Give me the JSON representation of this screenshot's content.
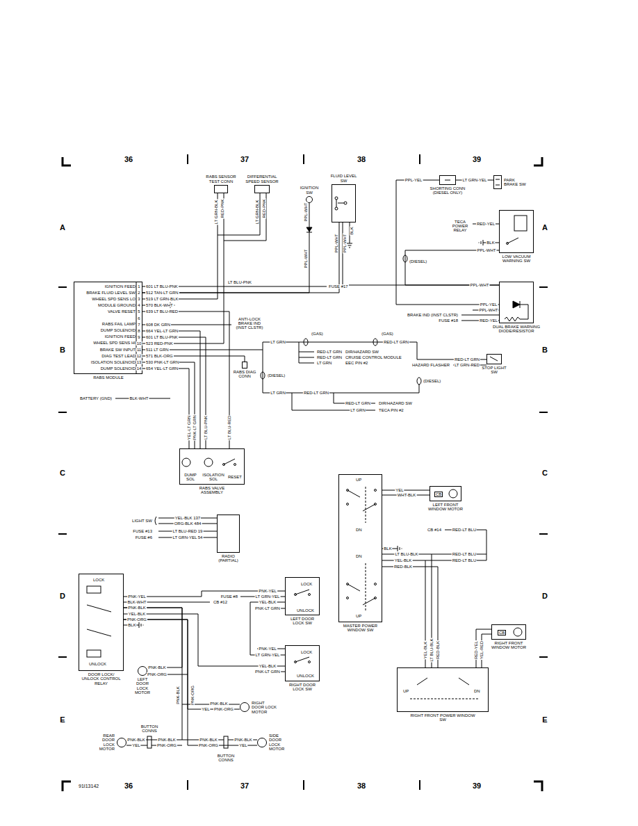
{
  "diagram": {
    "nodes": [
      {
        "text": [
          "RABS SENSOR TEST CONN"
        ]
      },
      {
        "text": [
          "DIFFERENTIAL SPEED SENSOR"
        ]
      },
      {
        "text": [
          "IGNITION SW"
        ]
      },
      {
        "text": [
          "FLUID LEVEL SW"
        ]
      },
      {
        "text": [
          "SHORTING CONN (DIESEL ONLY)"
        ]
      },
      {
        "text": [
          "PARK BRAKE SW"
        ]
      },
      {
        "text": [
          "LOW VACUUM WARNING SW"
        ]
      },
      {
        "text": [
          "IGNITION FEED",
          "BRAKE FLUID LEVEL SW",
          "WHEEL SPD SENS LO",
          "MODULE GROUND",
          "VALVE RESET",
          "RABS FAIL LAMP",
          "DUMP SOLENOID",
          "IGNITION FEED",
          "WHEEL SPD SENS HI",
          "BRAKE SW INPUT",
          "DIAG TEST LEAD",
          "ISOLATION SOLENOID",
          "DUMP SOLENOID",
          "RABS MODULE"
        ]
      },
      {
        "text": [
          "DUAL BRAKE WARNING DIODE/RESISTOR"
        ]
      },
      {
        "text": [
          "RABS DIAG CONN"
        ]
      },
      {
        "text": [
          "STOP LIGHT SW"
        ]
      },
      {
        "text": [
          "DUMP SOL",
          "ISOLATION SOL",
          "RESET",
          "RABS VALVE ASSEMBLY"
        ]
      },
      {
        "text": [
          "RADIO (PARTIAL)"
        ]
      },
      {
        "text": [
          "UP",
          "DN",
          "DN",
          "UP",
          "MASTER POWER WINDOW SW"
        ]
      },
      {
        "text": [
          "CB",
          "LEFT FRONT WINDOW MOTOR"
        ]
      },
      {
        "text": [
          "CB",
          "RIGHT FRONT WINDOW MOTOR"
        ]
      },
      {
        "text": [
          "UP",
          "DN",
          "RIGHT FRONT POWER WINDOW SW"
        ]
      },
      {
        "text": [
          "LOCK",
          "UNLOCK",
          "DOOR LOCK/ UNLOCK CONTROL RELAY"
        ]
      },
      {
        "text": [
          "LOCK",
          "UNLOCK",
          "LEFT DOOR LOCK SW"
        ]
      },
      {
        "text": [
          "LOCK",
          "UNLOCK",
          "RIGHT DOOR LOCK SW"
        ]
      },
      {
        "text": [
          "LEFT DOOR LOCK MOTOR"
        ]
      },
      {
        "text": [
          "RIGHT DOOR LOCK MOTOR"
        ]
      },
      {
        "text": [
          "REAR DOOR LOCK MOTOR"
        ]
      },
      {
        "text": [
          "SIDE DOOR LOCK MOTOR"
        ]
      }
    ],
    "edges": [
      {
        "from": 7,
        "to": 0,
        "arrow": "none"
      },
      {
        "from": 7,
        "to": 1,
        "arrow": "none"
      },
      {
        "from": 7,
        "to": 3,
        "arrow": "none"
      },
      {
        "from": 2,
        "to": 7,
        "arrow": "none"
      },
      {
        "from": 3,
        "to": 8,
        "arrow": "none"
      },
      {
        "from": 4,
        "to": 5,
        "arrow": "none"
      },
      {
        "from": 4,
        "to": 8,
        "arrow": "none"
      },
      {
        "from": 6,
        "to": 8,
        "arrow": "none"
      },
      {
        "from": 7,
        "to": 9,
        "arrow": "none"
      },
      {
        "from": 7,
        "to": 11,
        "arrow": "none"
      },
      {
        "from": 7,
        "to": 10,
        "arrow": "none"
      },
      {
        "from": 13,
        "to": 14,
        "arrow": "none"
      },
      {
        "from": 13,
        "to": 16,
        "arrow": "none"
      },
      {
        "from": 16,
        "to": 15,
        "arrow": "none"
      },
      {
        "from": 17,
        "to": 18,
        "arrow": "none"
      },
      {
        "from": 17,
        "to": 19,
        "arrow": "none"
      },
      {
        "from": 17,
        "to": 20,
        "arrow": "none"
      },
      {
        "from": 17,
        "to": 21,
        "arrow": "none"
      },
      {
        "from": 17,
        "to": 22,
        "arrow": "none"
      },
      {
        "from": 17,
        "to": 23,
        "arrow": "none"
      },
      {
        "from": 18,
        "to": 19,
        "arrow": "none"
      }
    ],
    "labels": [
      "36",
      "37",
      "38",
      "39",
      "A",
      "A",
      "B",
      "B",
      "C",
      "C",
      "D",
      "D",
      "E",
      "E",
      "91I13142",
      "36",
      "37",
      "38",
      "39",
      "LT GRN-BLK",
      "RED-PNK",
      "LT GRN-BLK",
      "RED-PNK",
      "PPL-WHT",
      "PPL-WHT",
      "PPL-WHT",
      "PPL-WHT",
      "BLK",
      "LT BLU-PNK",
      "FUSE #17",
      "PPL-YEL",
      "LT GRN-YEL",
      "TECA POWER RELAY",
      "RED-YEL",
      "BLK",
      "PPL-WHT",
      "(DIESEL)",
      "PPL-WHT",
      "PPL-YEL",
      "PPL-WHT",
      "BRAKE IND (INST CLSTR)",
      "FUSE #18",
      "RED-YEL",
      "ANTI-LOCK BRAKE IND (INST CLSTR)",
      "(GAS)",
      "(GAS)",
      "LT GRN",
      "RED-LT GRN",
      "RED-LT GRN",
      "DIR/HAZARD SW",
      "RED-LT GRN",
      "CRUISE CONTROL MODULE",
      "LT GRN",
      "EEC PIN #2",
      "RED-LT GRN",
      "HAZARD FLASHER",
      "LT GRN-RED",
      "(DIESEL)",
      "(DIESEL)",
      "LT GRN",
      "RED-LT GRN",
      "RED-LT GRN",
      "DIR/HAZARD SW",
      "LT GRN",
      "TECA PIN #2",
      "BATTERY (GND)",
      "BLK-WHT",
      "YEL-LT GRN",
      "PNK-LT GRN",
      "LT BLU-PNK",
      "LT BLU-RED",
      "LIGHT SW",
      "YEL-BLK 137",
      "ORG-BLK 484",
      "FUSE #13",
      "LT BLU-RED 19",
      "FUSE #6",
      "LT GRN-YEL 54",
      "YEL",
      "WHT-BLK",
      "CB #14",
      "RED-LT BLU",
      "BLK",
      "LT BLU-BLK",
      "RED-LT BLU",
      "YEL-BLK",
      "RED-LT BLU",
      "RED-BLK",
      "YEL-BLK",
      "LT BLU-BLK",
      "RED-BLK",
      "RED-YEL",
      "YEL-RED",
      "PNK-YEL",
      "BLK-WHT",
      "PNK-BLK",
      "YEL-BLK",
      "PNK-ORG",
      "BLK",
      "FUSE #8",
      "CB #12",
      "PNK-YEL",
      "LT GRN-YEL",
      "YEL-BLK",
      "PNK-LT GRN",
      "PNK-YEL",
      "LT GRN-YEL",
      "YEL-BLK",
      "PNK-LT GRN",
      "PNK-BLK",
      "PNK-ORG",
      "PNK-BLK",
      "PNK-ORG",
      "PNK-BLK",
      "YEL",
      "PNK-ORG",
      "BUTTON CONNS",
      "PNK-BLK",
      "YEL",
      "PNK-BLK",
      "PNK-ORG",
      "PNK-BLK",
      "PNK-ORG",
      "PNK-BLK",
      "YEL",
      "BUTTON CONNS",
      "1",
      "2",
      "3",
      "4",
      "5",
      "6",
      "7",
      "8",
      "9",
      "10",
      "11",
      "12",
      "13",
      "14",
      "601 LT BLU-PNK",
      "512 TAN-LT GRN",
      "519 LT GRN-BLK",
      "570 BLK-WHT",
      "639 LT BLU-RED",
      "608 DK GRN",
      "664 YEL-LT GRN",
      "601 LT BLU-PNK",
      "523 RED-PNK",
      "511 LT GRN",
      "571 BLK-ORG",
      "530 PNK-LT GRN",
      "654 YEL-LT GRN"
    ]
  }
}
